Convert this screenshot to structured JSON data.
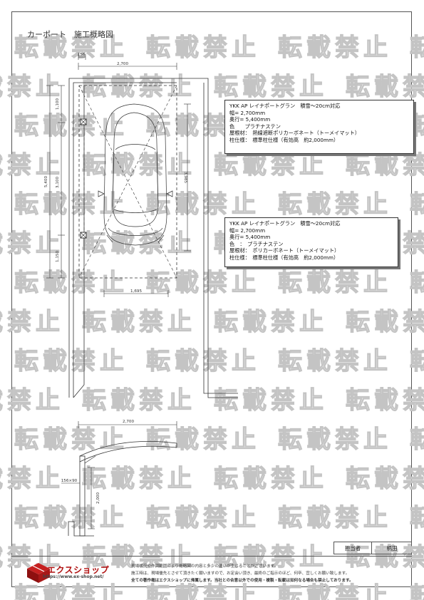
{
  "page_title": "カーポート　施工概略図",
  "plan_dimensions": {
    "top_width": "2,700",
    "post_offset": "156",
    "total_depth": "5,400",
    "front_overhang": "1,100",
    "post_span": "3,100",
    "rear_overhang": "1,150",
    "post_interval": "1,695",
    "car_length": "3,985"
  },
  "elevation_dimensions": {
    "top_width": "2,700",
    "post_section": "156×90",
    "post_height": "2,000"
  },
  "spec_boxes": [
    {
      "lines": [
        "YKK AP レイナポートグラン　積雪～20cm対応",
        "幅= 2,700mm",
        "奥行= 5,400mm",
        "色　　プラチナステン",
        "屋根材：　熱線遮断ポリカーボネート（トーメイマット）",
        "柱仕様：　標準柱仕様（有効高　約2,000mm）"
      ]
    },
    {
      "lines": [
        "YKK AP レイナポートグラン　積雪～20cm対応",
        "幅= 2,700mm",
        "奥行= 5,400mm",
        "色　：　プラチナステン",
        "屋根材：　ポリカーボネート（トーメイマット）",
        "柱仕様：　標準柱仕様（有効高　約2,000mm）"
      ]
    }
  ],
  "stamp": {
    "label": "担当者",
    "name": "柄田"
  },
  "watermark": "転載禁止",
  "company": {
    "name": "エクスショップ",
    "url": "https://www.ex-shop.net/"
  },
  "notes": [
    "現場状況や作図範囲により概略図の内容と多少の違いが生じることがございます。",
    "施工時は、現場優先とさせて頂きたく願いますので、お定会い頂き、最終のご指示のほど、何卒、宜しくお願い致します。",
    "全ての著作権はエクスショップに帰属します。当社との合意以外での使用・複製・転載は如何なる場合も禁止しております。"
  ],
  "colors": {
    "logo_red": "#b01010",
    "watermark": "#c4c4c4",
    "line": "#333333"
  }
}
